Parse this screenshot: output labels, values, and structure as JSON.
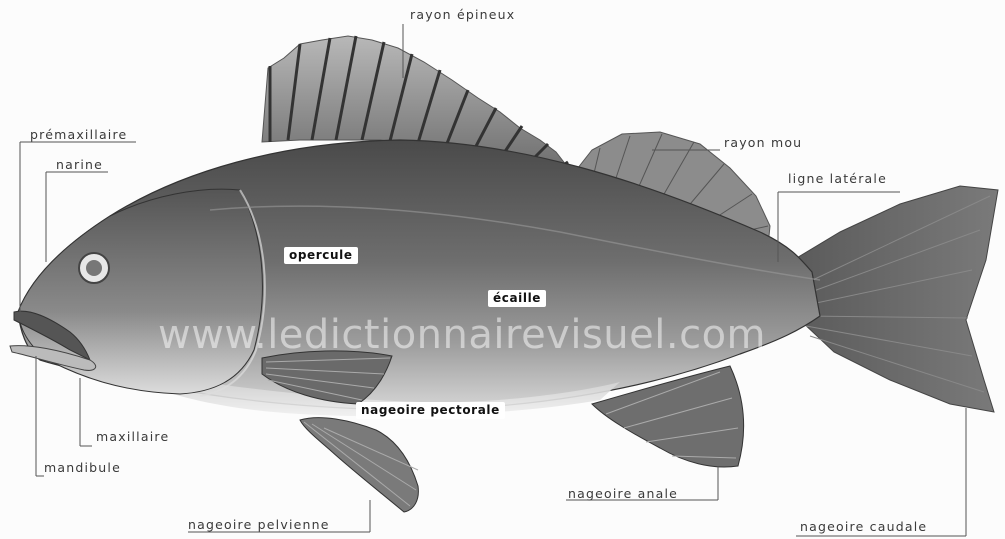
{
  "labels": {
    "rayon_epineux": "rayon épineux",
    "premaxillaire": "prémaxillaire",
    "narine": "narine",
    "rayon_mou": "rayon mou",
    "ligne_laterale": "ligne latérale",
    "opercule": "opercule",
    "ecaille": "écaille",
    "nageoire_pectorale": "nageoire pectorale",
    "maxillaire": "maxillaire",
    "mandibule": "mandibule",
    "nageoire_anale": "nageoire anale",
    "nageoire_pelvienne": "nageoire pelvienne",
    "nageoire_caudale": "nageoire caudale"
  },
  "watermark": "www.ledictionnairevisuel.com"
}
